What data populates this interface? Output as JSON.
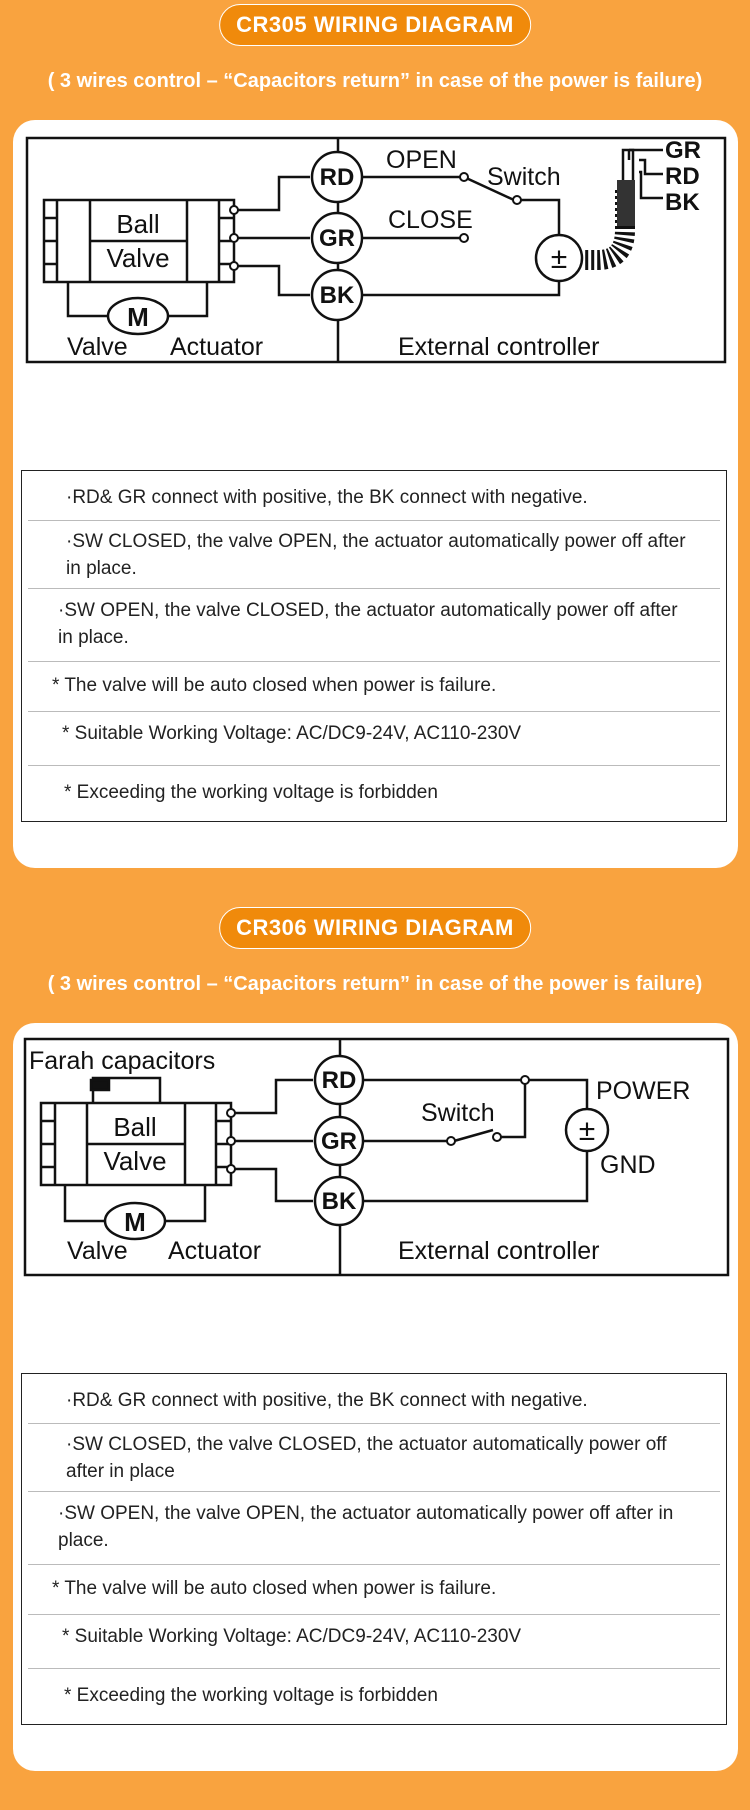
{
  "sections": [
    {
      "title": "CR305 WIRING DIAGRAM",
      "subtitle": "( 3 wires control –  “Capacitors return”   in case of the power is failure)",
      "diagram": {
        "ball": "Ball",
        "valve": "Valve",
        "motor": "M",
        "valve_label": "Valve",
        "actuator_label": "Actuator",
        "controller_label": "External controller",
        "rd": "RD",
        "gr": "GR",
        "bk": "BK",
        "open": "OPEN",
        "close": "CLOSE",
        "switch": "Switch",
        "pm": "±",
        "plug_gr": "GR",
        "plug_rd": "RD",
        "plug_bk": "BK"
      },
      "notes": [
        "·RD& GR connect with positive, the BK connect with negative.",
        "·SW CLOSED, the valve OPEN,  the actuator automatically power off after in place.",
        "·SW OPEN, the valve CLOSED,  the actuator automatically power off after in place.",
        "* The valve will be auto closed when power is failure.",
        "* Suitable Working Voltage: AC/DC9-24V, AC110-230V",
        "* Exceeding the working voltage is forbidden"
      ]
    },
    {
      "title": "CR306 WIRING DIAGRAM",
      "subtitle": "( 3 wires control –  “Capacitors return”   in case of the power is failure)",
      "diagram": {
        "farah": "Farah capacitors",
        "ball": "Ball",
        "valve": "Valve",
        "motor": "M",
        "valve_label": "Valve",
        "actuator_label": "Actuator",
        "controller_label": "External controller",
        "rd": "RD",
        "gr": "GR",
        "bk": "BK",
        "switch": "Switch",
        "pm": "±",
        "power": "POWER",
        "gnd": "GND"
      },
      "notes": [
        "·RD& GR connect with positive, the BK connect with negative.",
        "·SW CLOSED, the valve CLOSED,  the actuator automatically power off after in place",
        "·SW OPEN, the valve OPEN,  the actuator automatically power off after in place.",
        "* The valve will be auto closed when power is failure.",
        "* Suitable Working Voltage: AC/DC9-24V, AC110-230V",
        "* Exceeding the working voltage is forbidden"
      ]
    }
  ],
  "colors": {
    "background": "#f9a33f",
    "pill": "#f08a0b",
    "card": "#ffffff",
    "ink": "#222222"
  }
}
